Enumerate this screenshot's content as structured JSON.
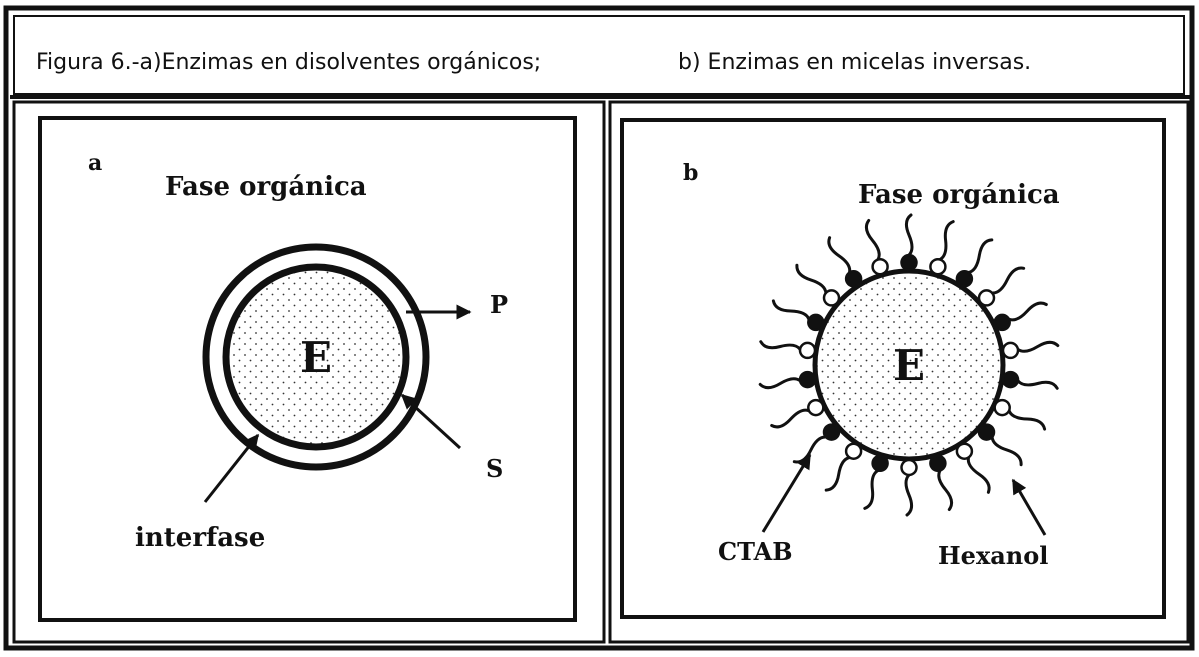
{
  "caption": {
    "part_a": "Figura 6.-a)Enzimas en disolventes orgánicos;",
    "part_b": "b) Enzimas en micelas inversas."
  },
  "panel_a": {
    "letter": "a",
    "phase_label": "Fase orgánica",
    "enzyme_label": "E",
    "product_label": "P",
    "substrate_label": "S",
    "interface_label": "interfase"
  },
  "panel_b": {
    "letter": "b",
    "phase_label": "Fase orgánica",
    "enzyme_label": "E",
    "ctab_label": "CTAB",
    "hexanol_label": "Hexanol"
  }
}
